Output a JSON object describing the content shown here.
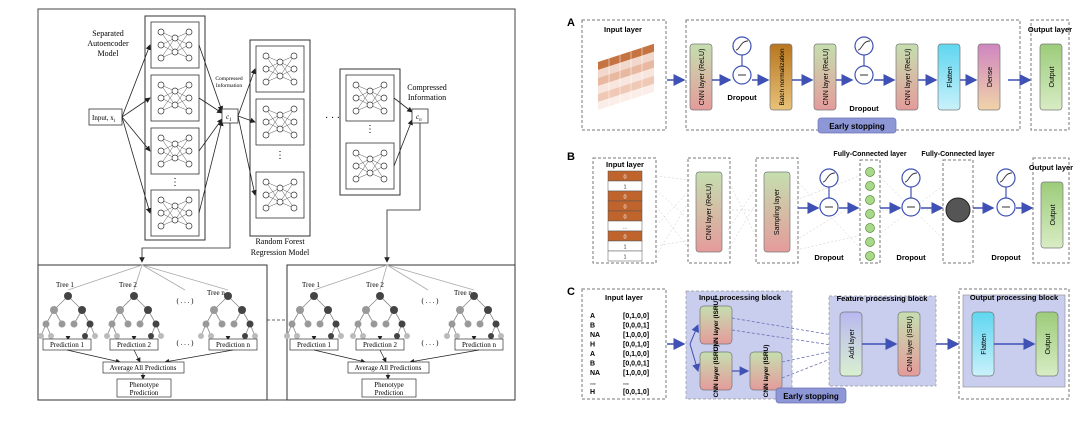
{
  "left_panel": {
    "sae_title_1": "Separated",
    "sae_title_2": "Autoencoder",
    "sae_title_3": "Model",
    "input_label": "Input, x",
    "input_sub": "i",
    "compressed_small_1": "Compressed",
    "compressed_small_2": "Information",
    "c1_label": "c",
    "c1_sub": "1",
    "cn_label": "c",
    "cn_sub": "n",
    "compressed_big_1": "Compressed",
    "compressed_big_2": "Information",
    "rf_title_1": "Random Forest",
    "rf_title_2": "Regression Model",
    "tree1": "Tree 1",
    "tree2": "Tree 2",
    "treen": "Tree n",
    "ellipsis": "( . . . )",
    "pred1": "Prediction 1",
    "pred2": "Prediction 2",
    "predn": "Prediction n",
    "average": "Average All Predictions",
    "phenotype_1": "Phenotype",
    "phenotype_2": "Prediction"
  },
  "panel_a": {
    "letter": "A",
    "input_layer": "Input layer",
    "cnn1": "CNN layer (ReLU)",
    "dropout1": "Dropout",
    "batch_norm": "Batch normalization",
    "cnn2": "CNN layer (ReLU)",
    "dropout2": "Dropout",
    "cnn3": "CNN layer (ReLU)",
    "flatten": "Flatten",
    "dense": "Dense",
    "output_layer": "Output layer",
    "output": "Output",
    "early_stopping": "Early stopping"
  },
  "panel_b": {
    "letter": "B",
    "input_layer": "Input layer",
    "cells": [
      "0",
      "1",
      "0",
      "0",
      "0",
      "...",
      "0",
      "1",
      "1"
    ],
    "cnn": "CNN layer (ReLU)",
    "sampling": "Sampling layer",
    "dropout1": "Dropout",
    "fc1": "Fully-Connected layer",
    "dropout2": "Dropout",
    "fc2": "Fully-Connected layer",
    "dropout3": "Dropout",
    "output_layer": "Output layer",
    "output": "Output"
  },
  "panel_c": {
    "letter": "C",
    "input_layer": "Input layer",
    "rows": [
      {
        "nt": "A",
        "code": "[0,1,0,0]"
      },
      {
        "nt": "B",
        "code": "[0,0,0,1]"
      },
      {
        "nt": "NA",
        "code": "[1,0,0,0]"
      },
      {
        "nt": "H",
        "code": "[0,0,1,0]"
      },
      {
        "nt": "A",
        "code": "[0,1,0,0]"
      },
      {
        "nt": "B",
        "code": "[0,0,0,1]"
      },
      {
        "nt": "NA",
        "code": "[1,0,0,0]"
      },
      {
        "nt": "...",
        "code": "..."
      },
      {
        "nt": "H",
        "code": "[0,0,1,0]"
      }
    ],
    "input_block": "Input processing block",
    "feature_block": "Feature processing block",
    "output_block": "Output processing block",
    "cnn_isru": "CNN layer (ISRU)",
    "add_layer": "Add layer",
    "flatten": "Flatten",
    "output": "Output",
    "early_stopping": "Early stopping"
  },
  "colors": {
    "arrow_blue": "#3f51b5",
    "cnn_green": "#b9d8a6",
    "cnn_pink": "#e8a6a6",
    "batch_orange": "#c87a3a",
    "flatten_cyan": "#5fd6f0",
    "dense_pink": "#d98fc2",
    "output_green": "#9ccc7a",
    "early_lavender": "#8e97d6",
    "block_blue": "#c9cdee",
    "input_brown": "#c0642e"
  }
}
